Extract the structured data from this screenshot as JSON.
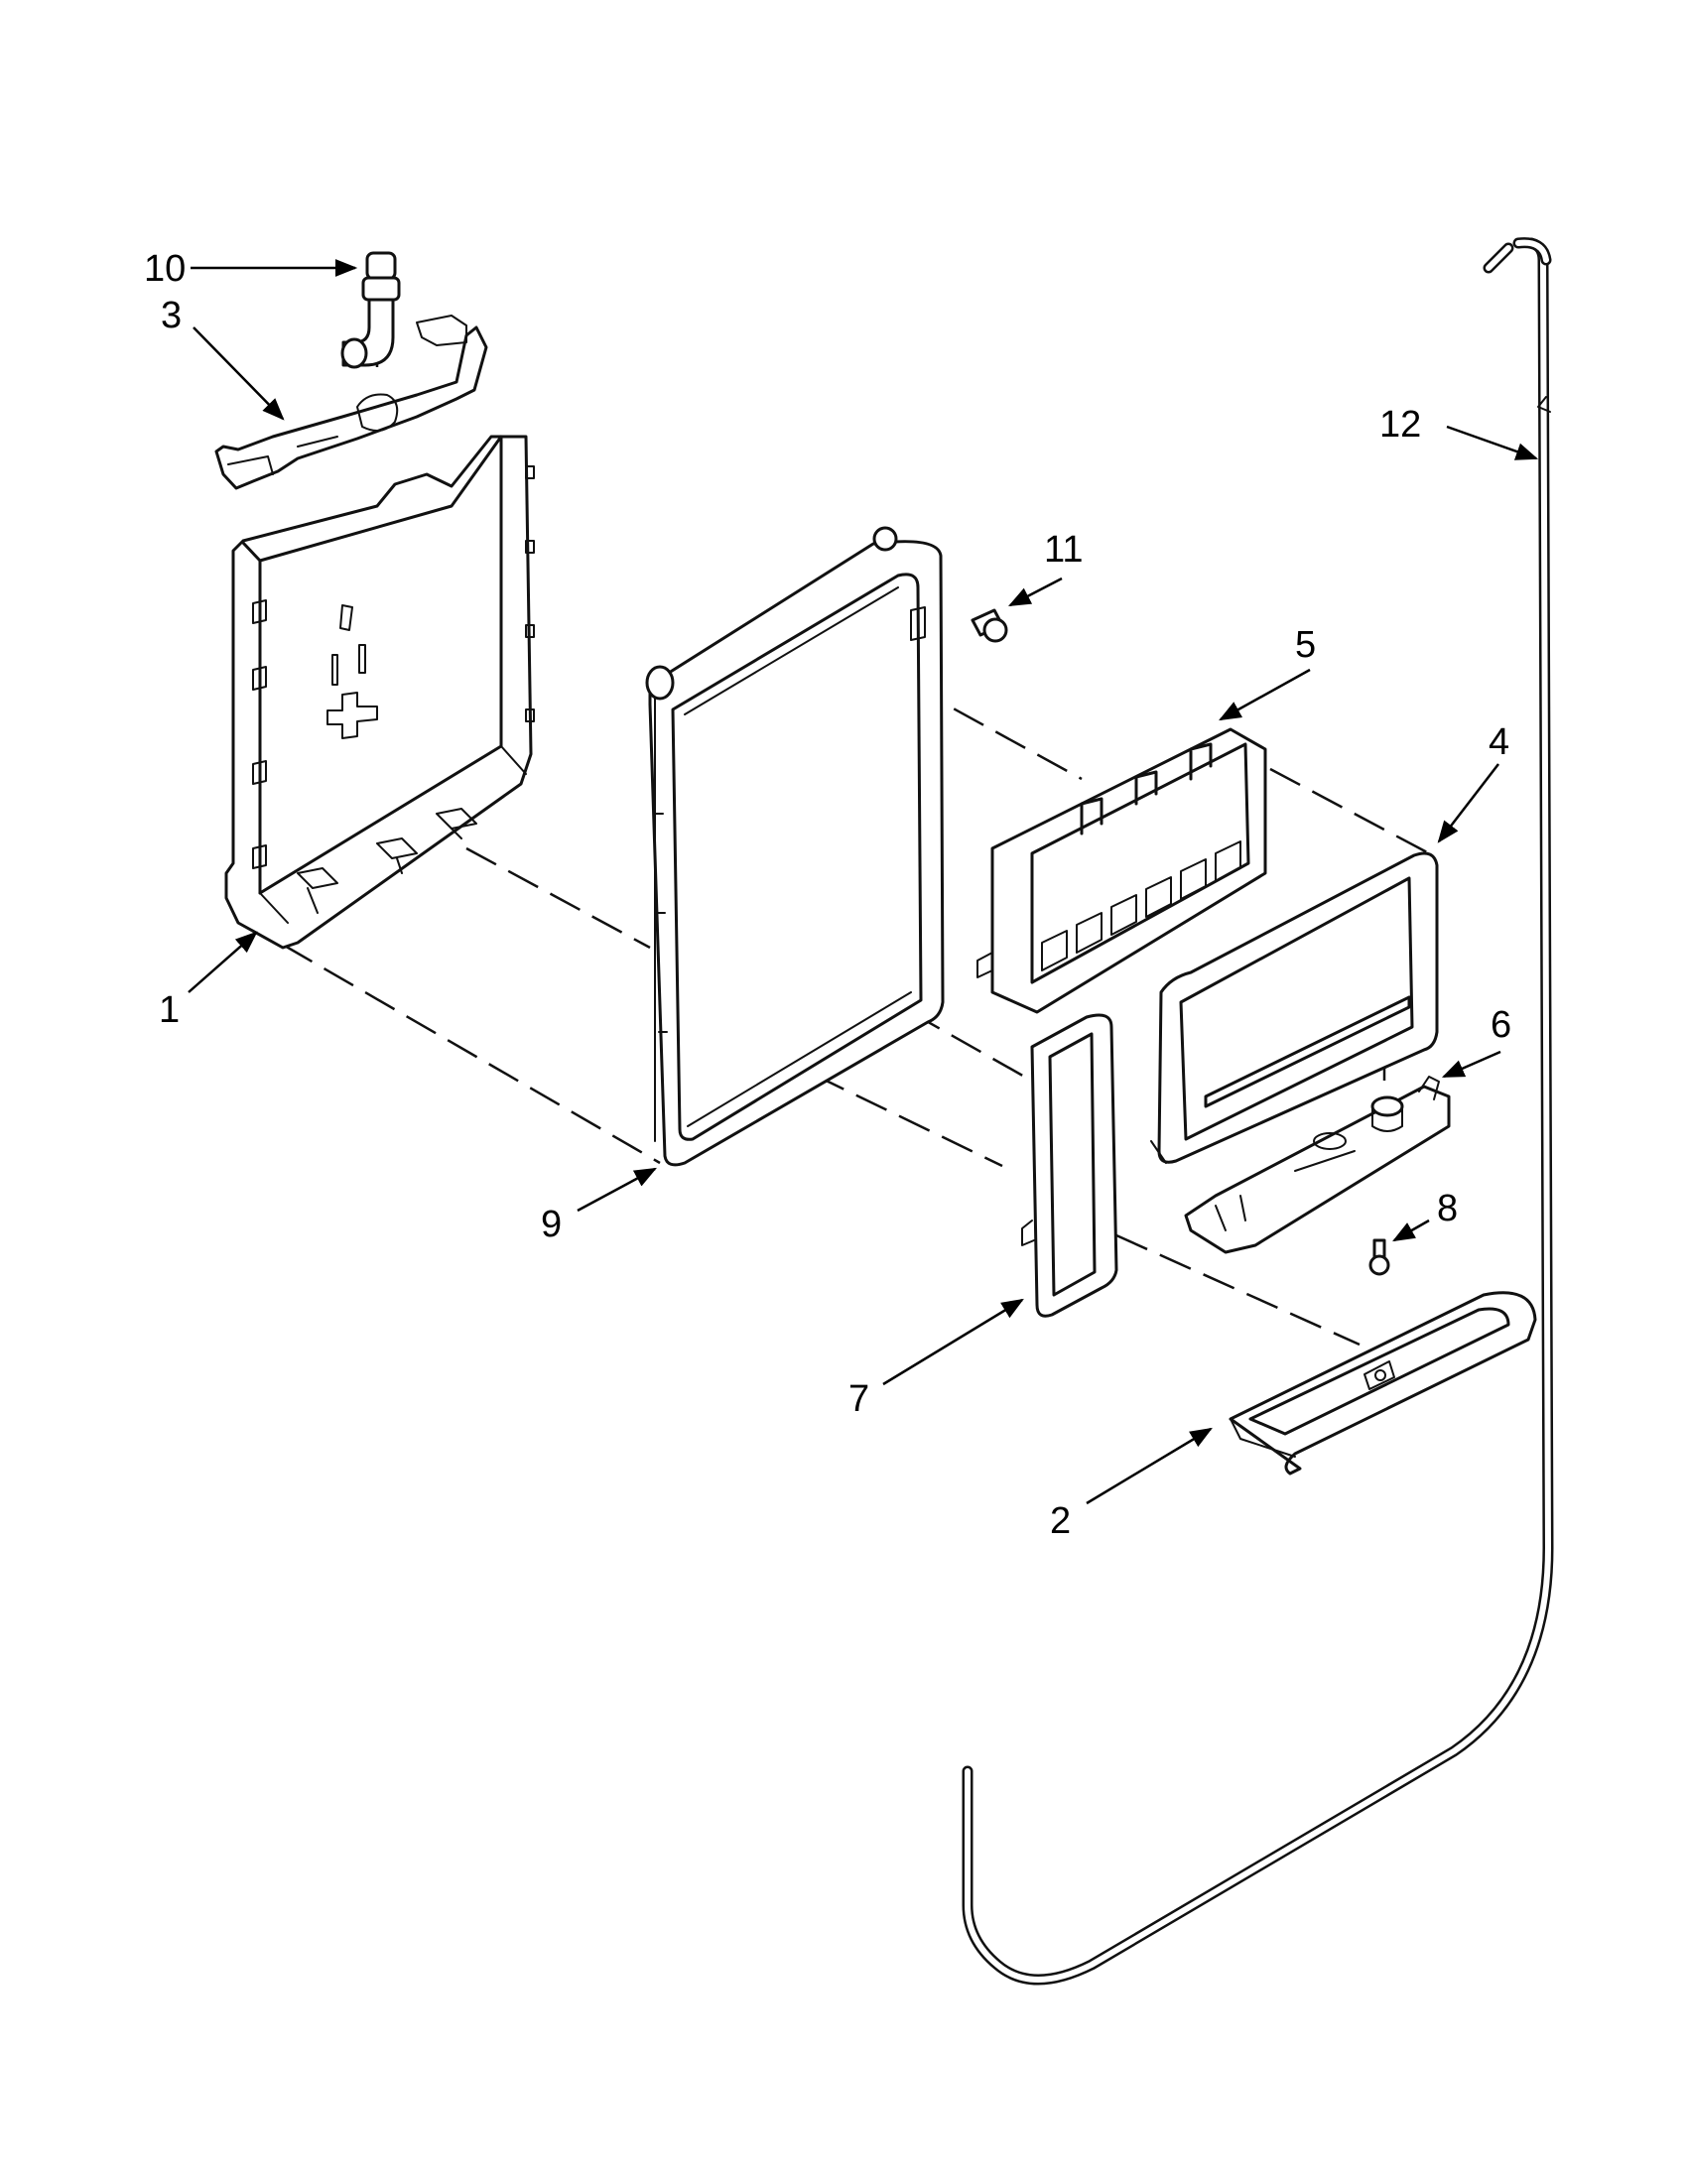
{
  "callouts": [
    {
      "key": "c10",
      "text": "10"
    },
    {
      "key": "c3",
      "text": "3"
    },
    {
      "key": "c12",
      "text": "12"
    },
    {
      "key": "c11",
      "text": "11"
    },
    {
      "key": "c5",
      "text": "5"
    },
    {
      "key": "c4",
      "text": "4"
    },
    {
      "key": "c1",
      "text": "1"
    },
    {
      "key": "c6",
      "text": "6"
    },
    {
      "key": "c9",
      "text": "9"
    },
    {
      "key": "c8",
      "text": "8"
    },
    {
      "key": "c7",
      "text": "7"
    },
    {
      "key": "c2",
      "text": "2"
    }
  ]
}
